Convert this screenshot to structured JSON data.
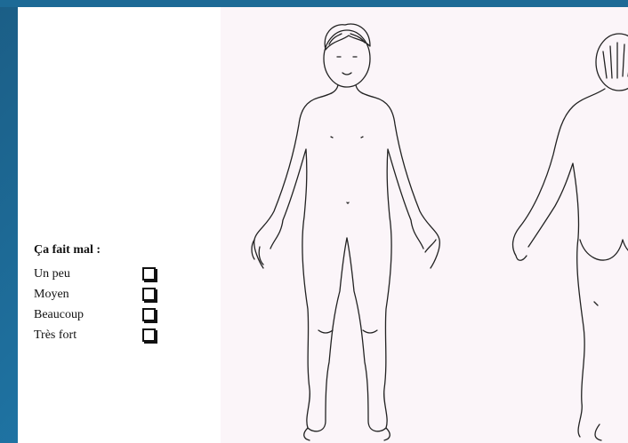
{
  "legend": {
    "title": "Ça fait mal :",
    "options": [
      {
        "label": "Un peu"
      },
      {
        "label": "Moyen"
      },
      {
        "label": "Beaucoup"
      },
      {
        "label": "Très fort"
      }
    ]
  },
  "colors": {
    "background": "#1f74a4",
    "panel": "#fbf5f9",
    "line": "#222222"
  }
}
